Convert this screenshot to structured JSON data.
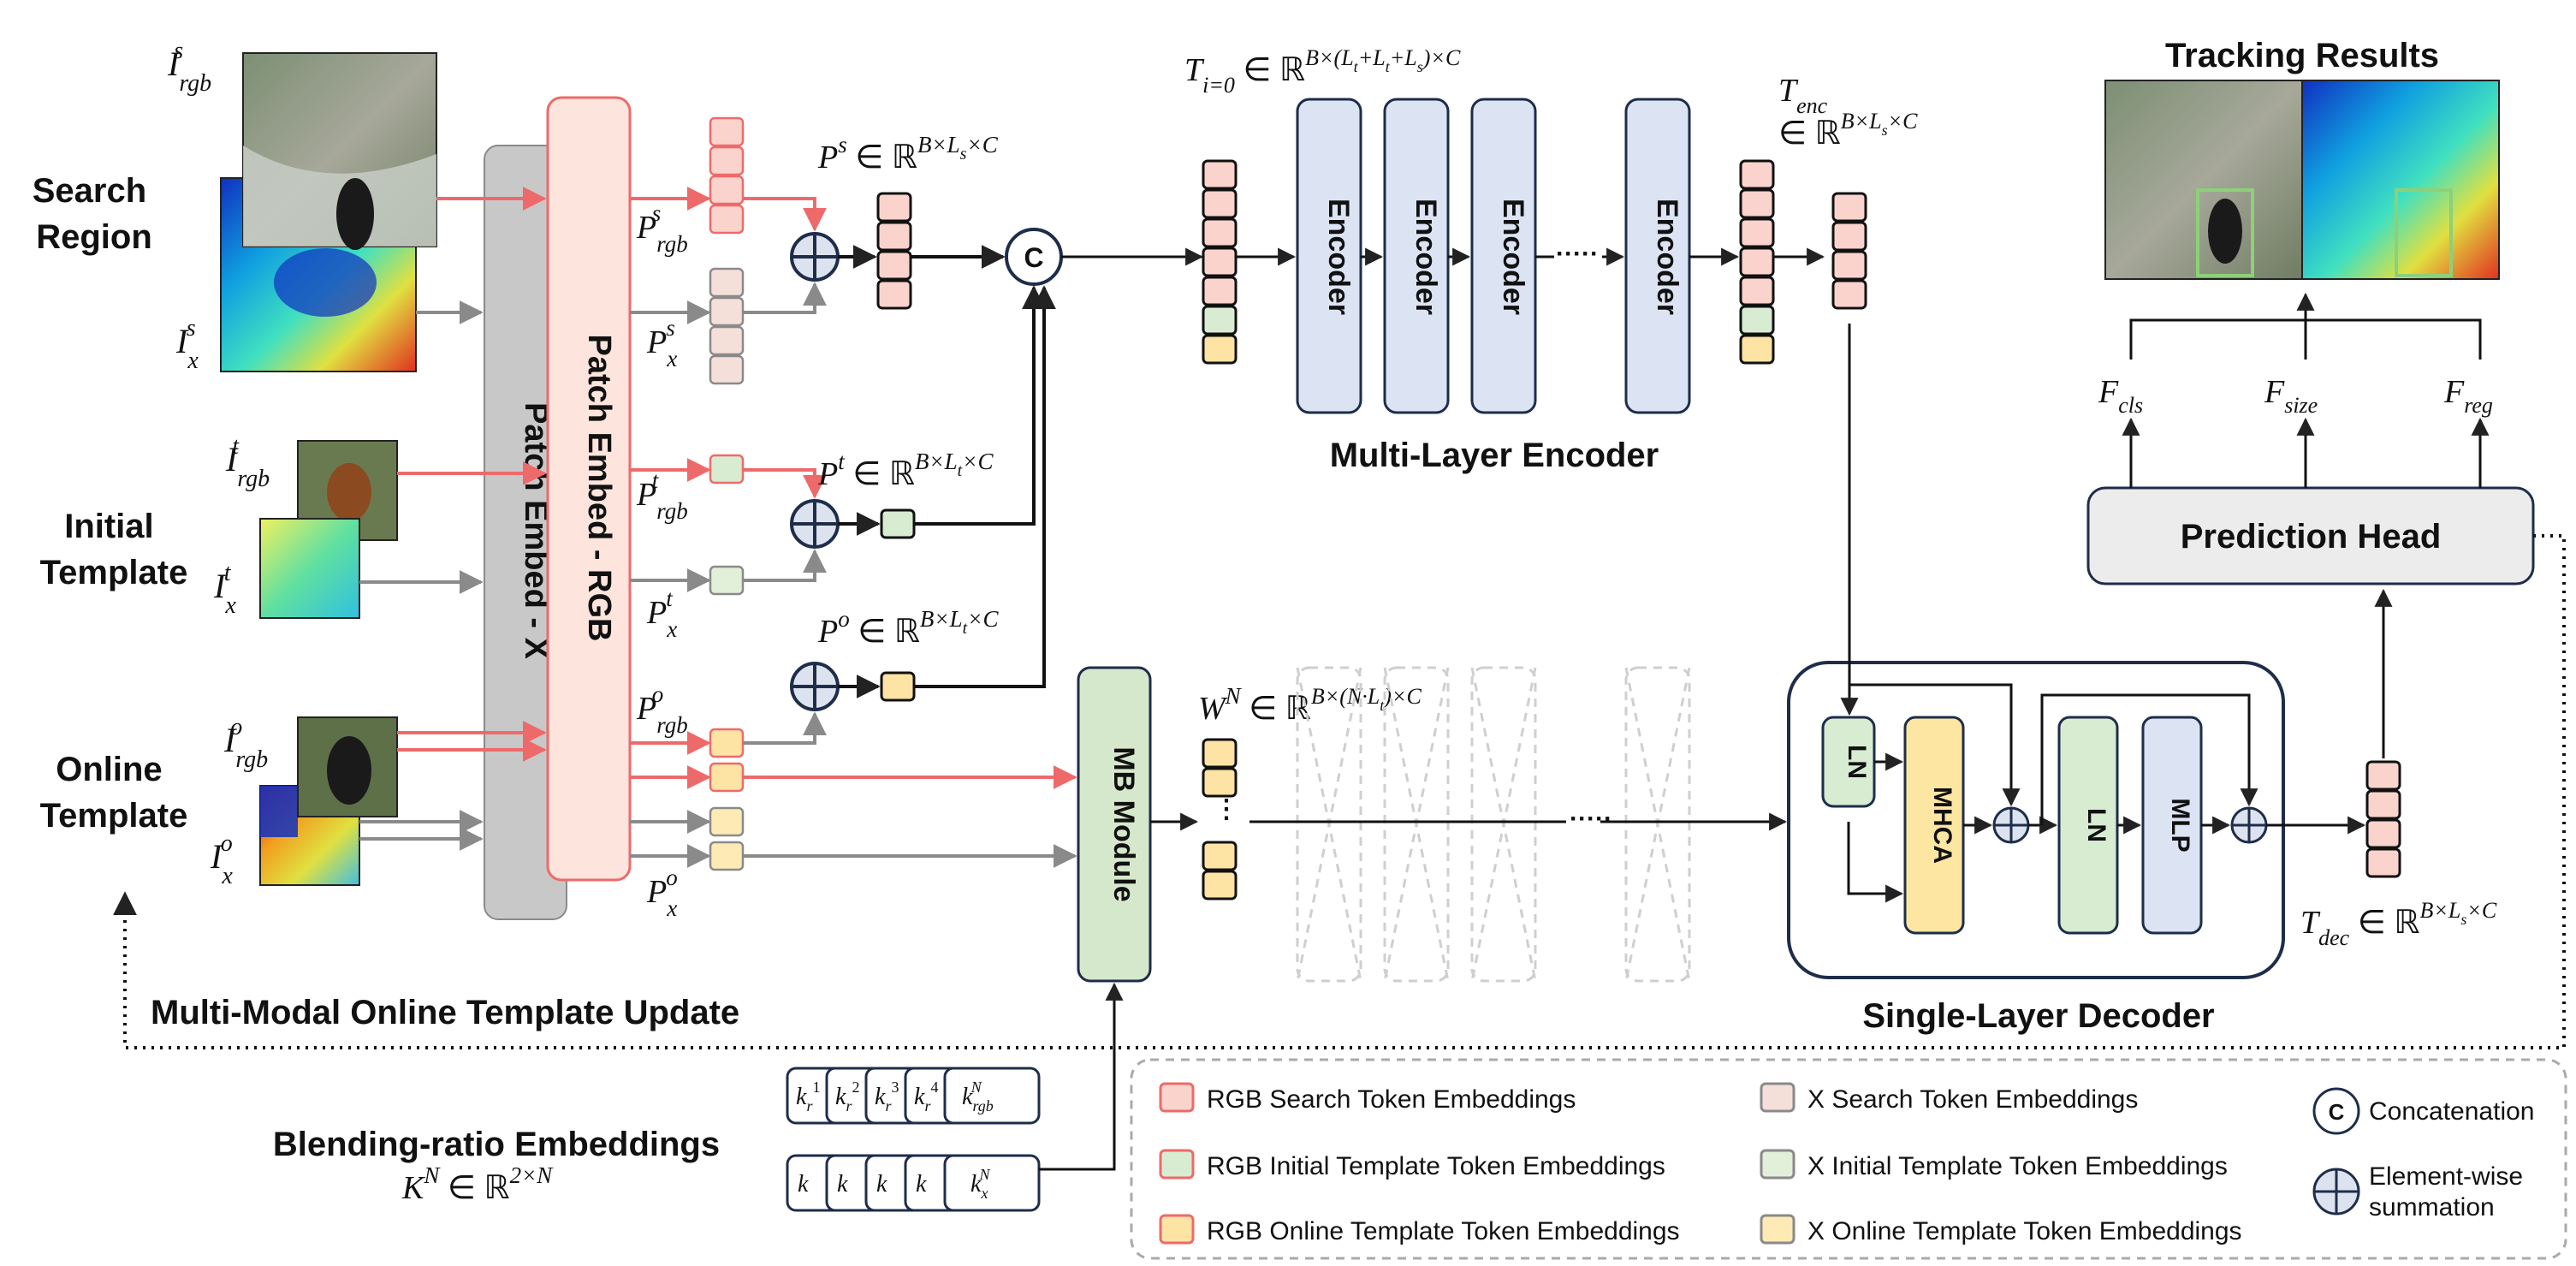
{
  "inputs": {
    "search_region": [
      "Search",
      "Region"
    ],
    "initial_template": [
      "Initial",
      "Template"
    ],
    "online_template": [
      "Online",
      "Template"
    ]
  },
  "patch_embed": {
    "rgb": "Patch Embed - RGB",
    "x": "Patch Embed - X"
  },
  "concat_symbol": "C",
  "encoder": {
    "block_label": "Encoder",
    "title": "Multi-Layer Encoder",
    "ellipsis": "·····"
  },
  "mb_module": "MB Module",
  "decoder": {
    "title": "Single-Layer Decoder",
    "ln": "LN",
    "mhca": "MHCA",
    "mlp": "MLP"
  },
  "prediction_head": "Prediction Head",
  "tracking_results": "Tracking Results",
  "outputs": {
    "cls": "cls",
    "size": "size",
    "reg": "reg"
  },
  "online_update": "Multi-Modal Online Template Update",
  "blending": {
    "title": "Blending-ratio Embeddings"
  },
  "legend": {
    "rgb_search": "RGB Search Token Embeddings",
    "rgb_initial": "RGB Initial Template Token Embeddings",
    "rgb_online": "RGB Online Template Token Embeddings",
    "x_search": "X Search Token Embeddings",
    "x_initial": "X Initial Template Token Embeddings",
    "x_online": "X Online Template Token Embeddings",
    "concatenation": "Concatenation",
    "summation": [
      "Element-wise",
      "summation"
    ]
  },
  "colors": {
    "rgb_search": "#f9d3cc",
    "x_search": "#f5dfd9",
    "rgb_initial": "#d7ecd1",
    "x_initial": "#e2efd9",
    "rgb_online": "#fde3a4",
    "x_online": "#fdeab4",
    "encoder": "#dce4f4",
    "patch_rgb": "#fde4dc",
    "patch_x": "#c8c8c8",
    "mb_module": "#d6e8cb",
    "mhca": "#fde6a2",
    "mlp": "#dce4f4",
    "pred_head": "#ececec",
    "rgb_arrow": "#ee6a6a",
    "x_arrow": "#8a8a8a"
  }
}
